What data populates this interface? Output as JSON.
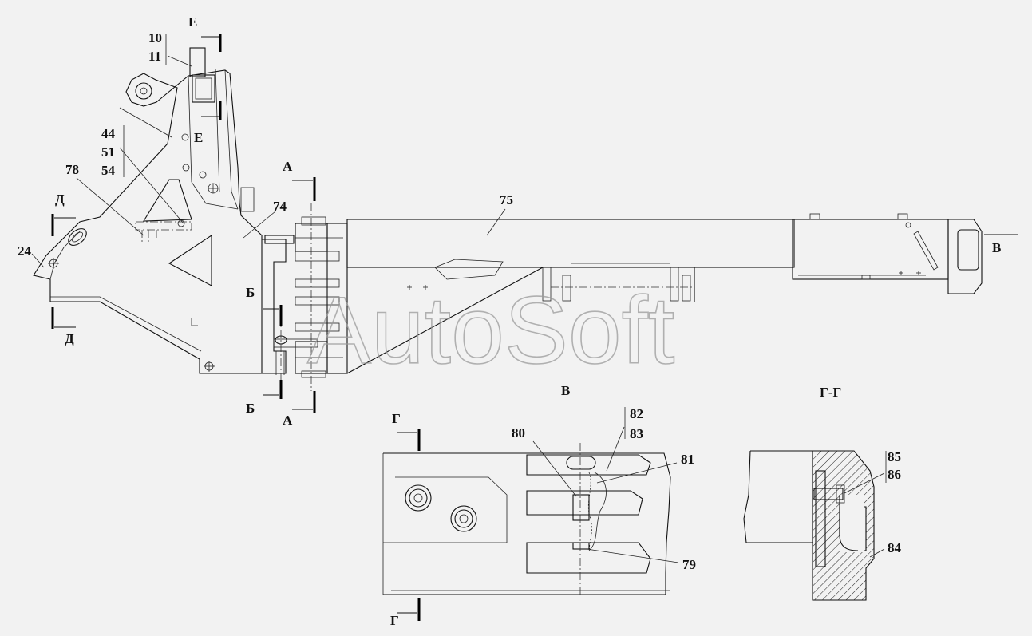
{
  "labels": {
    "n10": "10",
    "n11": "11",
    "n44": "44",
    "n51": "51",
    "n54": "54",
    "n78": "78",
    "n24": "24",
    "n74": "74",
    "n75": "75",
    "n80": "80",
    "n81": "81",
    "n82": "82",
    "n83": "83",
    "n79": "79",
    "n85": "85",
    "n86": "86",
    "n84": "84"
  },
  "sections": {
    "E_top": "Е",
    "E_mid": "Е",
    "A_top": "А",
    "A_bottom": "А",
    "D_top": "Д",
    "D_bottom": "Д",
    "B_top": "Б",
    "B_bottom": "Б",
    "V_arrow": "В",
    "V_view": "В",
    "G_top": "Г",
    "G_bottom": "Г",
    "GG_view": "Г-Г"
  },
  "watermark": "AutoSoft"
}
